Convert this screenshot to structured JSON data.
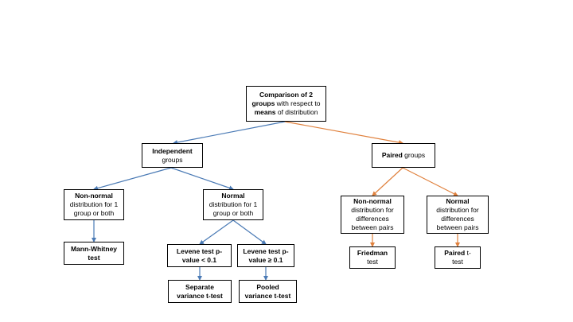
{
  "colors": {
    "independent_branch": "#4a7ab5",
    "paired_branch": "#e0813d",
    "border": "#000000"
  },
  "nodes": {
    "root": {
      "lines": [
        [
          "Comparison of ",
          "",
          "2",
          ""
        ],
        [
          "groups",
          " with respect to"
        ],
        [
          "means",
          " of distribution"
        ]
      ]
    },
    "independent": {
      "lines": [
        [
          "Independent",
          ""
        ],
        [
          "",
          "groups"
        ]
      ]
    },
    "paired": {
      "lines": [
        [
          "Paired",
          " groups"
        ]
      ]
    },
    "nonnormal_ind": {
      "lines": [
        [
          "Non-normal",
          ""
        ],
        [
          "",
          "distribution for 1"
        ],
        [
          "",
          "group or both"
        ]
      ]
    },
    "normal_ind": {
      "lines": [
        [
          "Normal",
          ""
        ],
        [
          "",
          "distribution for 1"
        ],
        [
          "",
          "group or both"
        ]
      ]
    },
    "nonnormal_paired": {
      "lines": [
        [
          "Non-normal",
          ""
        ],
        [
          "",
          "distribution for"
        ],
        [
          "",
          "differences"
        ],
        [
          "",
          "between pairs"
        ]
      ]
    },
    "normal_paired": {
      "lines": [
        [
          "Normal",
          ""
        ],
        [
          "",
          "distribution for"
        ],
        [
          "",
          "differences"
        ],
        [
          "",
          "between pairs"
        ]
      ]
    },
    "mann_whitney": {
      "lines": [
        [
          "Mann-Whitney",
          ""
        ],
        [
          "test",
          ""
        ]
      ]
    },
    "levene_low": {
      "lines": [
        [
          "Levene test p-",
          ""
        ],
        [
          "value < 0.1",
          ""
        ]
      ]
    },
    "levene_high": {
      "lines": [
        [
          "Levene test p-",
          ""
        ],
        [
          "value ≥ 0.1",
          ""
        ]
      ]
    },
    "friedman": {
      "lines": [
        [
          "Friedman",
          ""
        ],
        [
          "",
          "test"
        ]
      ]
    },
    "paired_t": {
      "lines": [
        [
          "Paired",
          " t-"
        ],
        [
          "",
          "test"
        ]
      ]
    },
    "separate_t": {
      "lines": [
        [
          "Separate",
          ""
        ],
        [
          "variance t-test",
          ""
        ]
      ]
    },
    "pooled_t": {
      "lines": [
        [
          "Pooled",
          ""
        ],
        [
          "variance t-test",
          ""
        ]
      ]
    }
  }
}
